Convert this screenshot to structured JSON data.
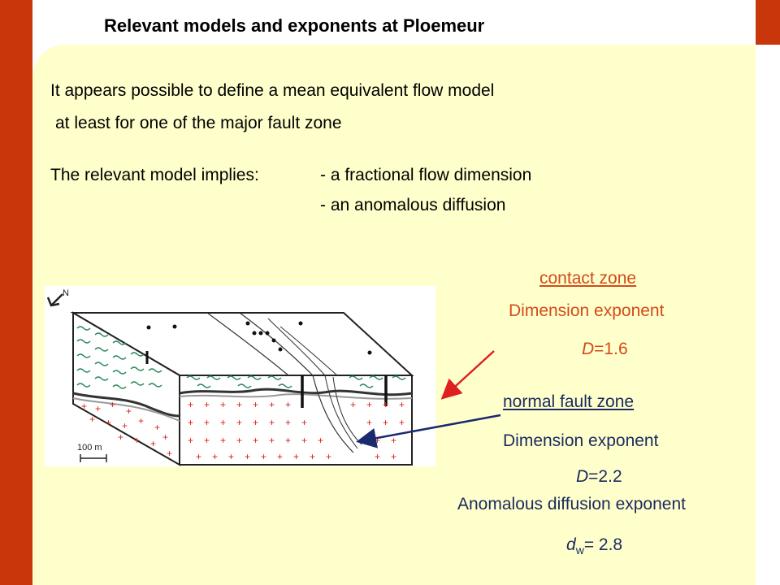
{
  "title": "Relevant models and exponents at Ploemeur",
  "intro": {
    "line1": "It appears possible to define a mean equivalent flow model",
    "line2": "at least for one of the major fault zone"
  },
  "model": {
    "lead": "The relevant model implies:",
    "item1": "- a fractional flow dimension",
    "item2": "- an anomalous diffusion"
  },
  "figure": {
    "north_label": "N",
    "scale_label": "100 m"
  },
  "contact_zone": {
    "heading": "contact zone",
    "label": "Dimension exponent",
    "value_symbol": "D",
    "value": "=1.6"
  },
  "normal_fault_zone": {
    "heading": "normal fault zone",
    "label": "Dimension exponent",
    "value_symbol": "D",
    "value": "=2.2",
    "diffusion_label": "Anomalous diffusion exponent",
    "dw_symbol": "d",
    "dw_sub": "w",
    "dw_value": "= 2.8"
  },
  "colors": {
    "accent": "#c8360c",
    "background": "#ffffcc",
    "contact_text": "#d44a1a",
    "fault_text": "#1a2a5e",
    "red_arrow": "#e02020",
    "blue_arrow": "#1a2a6e"
  }
}
